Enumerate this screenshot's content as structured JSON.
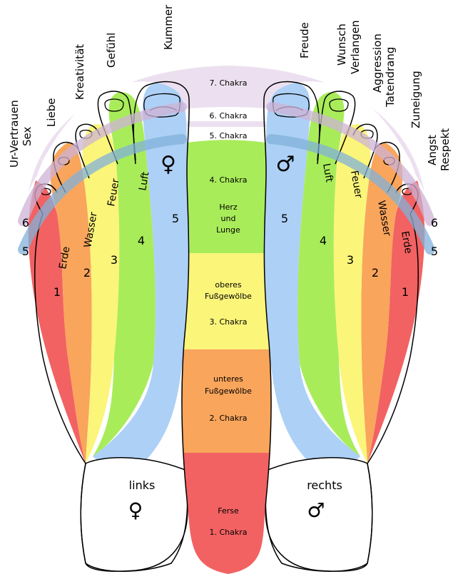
{
  "center": {
    "chakra7": "7. Chakra",
    "chakra6": "6. Chakra",
    "chakra5": "5. Chakra",
    "chakra4": "4. Chakra",
    "herz": "Herz",
    "und": "und",
    "lunge": "Lunge",
    "oberes": "oberes",
    "fussgewoelbe_upper": "Fußgewölbe",
    "chakra3": "3. Chakra",
    "unteres": "unteres",
    "fussgewoelbe_lower": "Fußgewölbe",
    "chakra2": "2. Chakra",
    "ferse": "Ferse",
    "chakra1": "1. Chakra"
  },
  "left": {
    "side_label": "links",
    "gender_symbol": "♀",
    "toe_symbol": "♀",
    "top_labels": {
      "urvertrauen": "Ur-Vertrauen",
      "sex": "Sex",
      "liebe": "Liebe",
      "kreativitaet": "Kreativität",
      "gefuehl": "Gefühl",
      "kummer": "Kummer"
    },
    "elements": {
      "erde": "Erde",
      "wasser": "Wasser",
      "feuer": "Feuer",
      "luft": "Luft"
    },
    "numbers": {
      "n1": "1",
      "n2": "2",
      "n3": "3",
      "n4": "4",
      "n5": "5"
    },
    "band_numbers": {
      "b6": "6",
      "b5": "5"
    }
  },
  "right": {
    "side_label": "rechts",
    "gender_symbol": "♂",
    "toe_symbol": "♂",
    "top_labels": {
      "freude": "Freude",
      "wunsch": "Wunsch",
      "verlangen": "Verlangen",
      "aggression": "Aggression",
      "tatendrang": "Tatendrang",
      "zuneigung": "Zuneigung",
      "angst": "Angst",
      "respekt": "Respekt"
    },
    "elements": {
      "erde": "Erde",
      "wasser": "Wasser",
      "feuer": "Feuer",
      "luft": "Luft"
    },
    "numbers": {
      "n1": "1",
      "n2": "2",
      "n3": "3",
      "n4": "4",
      "n5": "5"
    },
    "band_numbers": {
      "b6": "6",
      "b5": "5"
    }
  },
  "colors": {
    "red": "#f26262",
    "orange": "#f9a55c",
    "yellow": "#fbf57a",
    "green": "#a9ec5a",
    "blue": "#add0f6",
    "violet": "#ece0f0",
    "band6": "#cdb3d6",
    "band5": "#82b2d9"
  }
}
